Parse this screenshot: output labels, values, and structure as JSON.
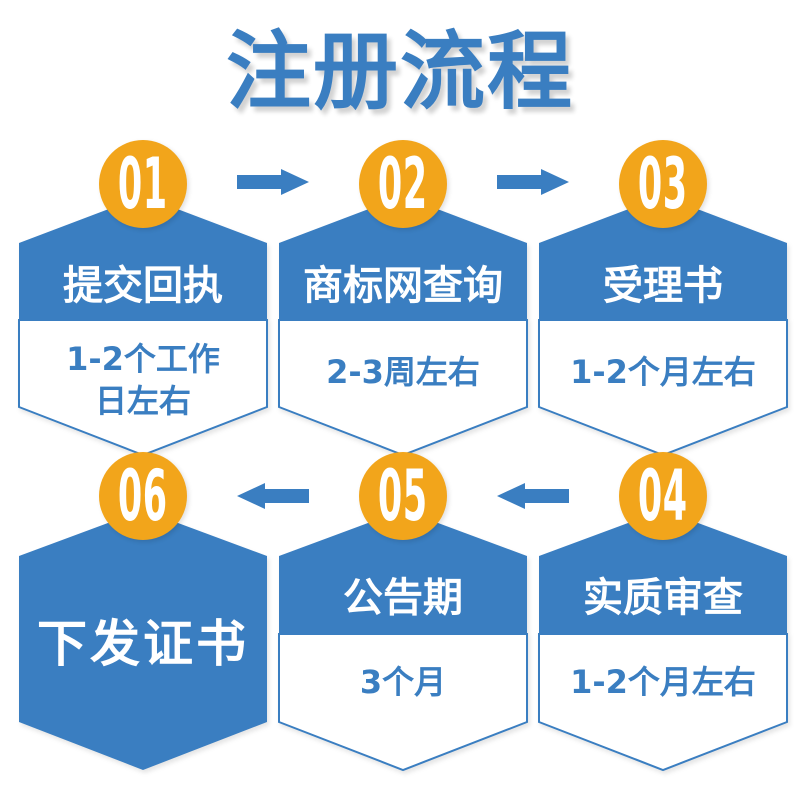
{
  "page": {
    "title": "注册流程"
  },
  "colors": {
    "blue": "#3A7EC1",
    "orange": "#F2A51B",
    "background": "#FFFFFF",
    "step_title_text": "#FFFFFF",
    "duration_text": "#3A7EC1"
  },
  "steps": [
    {
      "number": "01",
      "title": "提交回执",
      "duration_lines": [
        "1-2个工作",
        "日左右"
      ]
    },
    {
      "number": "02",
      "title": "商标网查询",
      "duration_lines": [
        "2-3周左右"
      ]
    },
    {
      "number": "03",
      "title": "受理书",
      "duration_lines": [
        "1-2个月左右"
      ]
    },
    {
      "number": "04",
      "title": "实质审查",
      "duration_lines": [
        "1-2个月左右"
      ]
    },
    {
      "number": "05",
      "title": "公告期",
      "duration_lines": [
        "3个月"
      ]
    },
    {
      "number": "06",
      "title": "下发证书",
      "duration_lines": []
    }
  ]
}
